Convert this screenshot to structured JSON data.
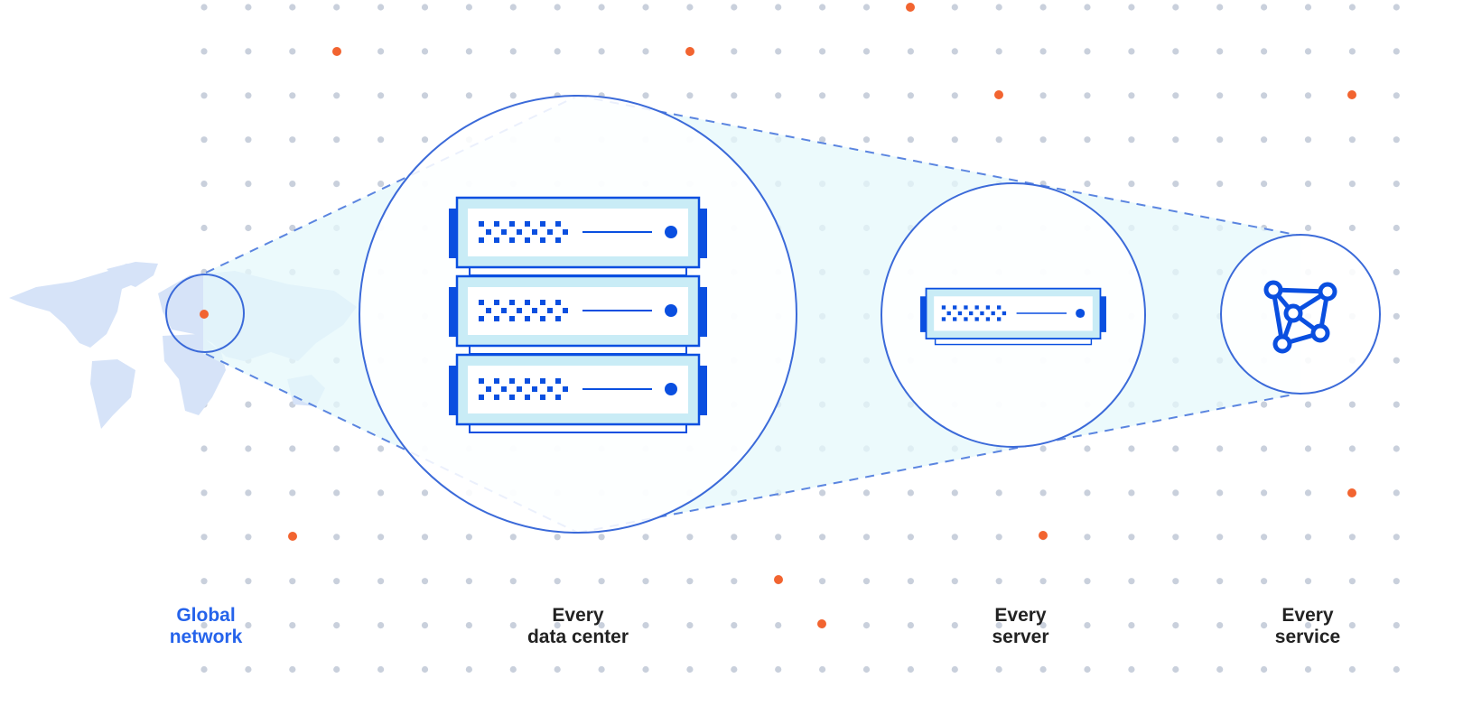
{
  "colors": {
    "accent": "#2f5fd8",
    "icon_blue": "#0a4fe0",
    "highlight": "#f26430",
    "grid_dot": "#c9d0dc",
    "cone_fill": "#e6f8fb",
    "map": "#d6e3f8"
  },
  "labels": [
    {
      "line1": "Global",
      "line2": "network",
      "color": "#2563eb"
    },
    {
      "line1": "Every",
      "line2": "data center",
      "color": "#222222"
    },
    {
      "line1": "Every",
      "line2": "server",
      "color": "#222222"
    },
    {
      "line1": "Every",
      "line2": "service",
      "color": "#222222"
    }
  ],
  "icons": [
    "world-map",
    "server-rack-icon",
    "server-icon",
    "network-nodes-icon"
  ]
}
